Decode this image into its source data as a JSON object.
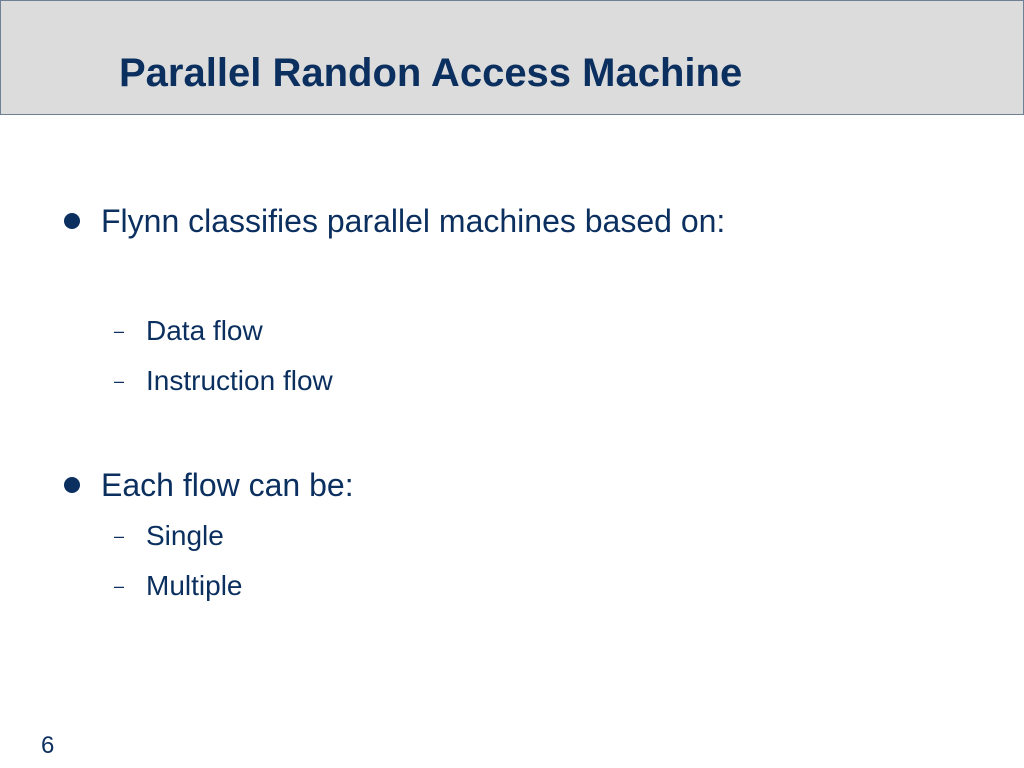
{
  "slide": {
    "title": "Parallel Randon Access Machine",
    "page_number": "6"
  },
  "bullets": [
    {
      "text": "Flynn classifies parallel machines based on:",
      "subitems": [
        "Data flow",
        "Instruction flow"
      ]
    },
    {
      "text": "Each flow can be:",
      "subitems": [
        "Single",
        "Multiple"
      ]
    }
  ],
  "markers": {
    "level2": "–"
  },
  "colors": {
    "text": "#0b2f5e",
    "title_bar_background": "#dcdcdc",
    "title_bar_border": "#6f7f94"
  }
}
